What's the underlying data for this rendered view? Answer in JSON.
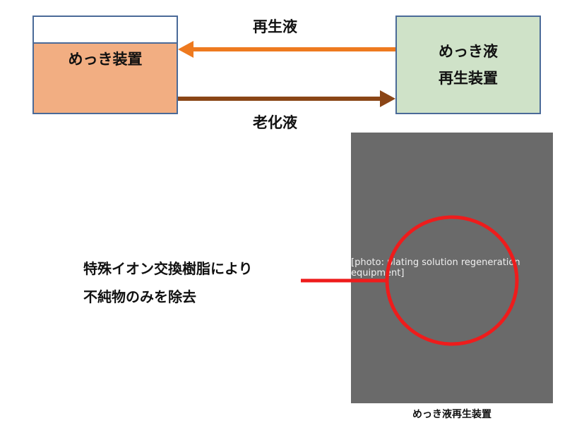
{
  "diagram": {
    "plating_unit": {
      "label": "めっき装置"
    },
    "regeneration_unit": {
      "line1": "めっき液",
      "line2": "再生装置"
    },
    "arrow_top": {
      "label": "再生液",
      "color": "#ee7a1f"
    },
    "arrow_bottom": {
      "label": "老化液",
      "color": "#8a4516"
    },
    "note": {
      "line1": "特殊イオン交換樹脂により",
      "line2": "不純物のみを除去",
      "pointer_color": "#ee1c1c"
    },
    "photo": {
      "placeholder": "[photo: plating solution regeneration equipment]",
      "caption": "めっき液再生装置",
      "highlight_color": "#ee1c1c"
    }
  }
}
